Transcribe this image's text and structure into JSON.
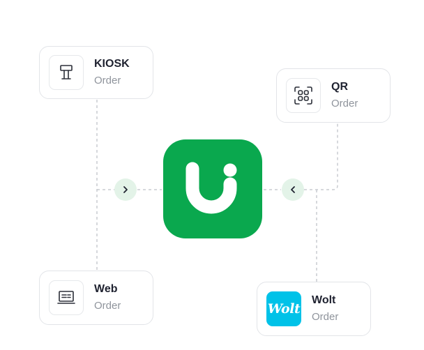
{
  "nodes": {
    "kiosk": {
      "title": "KIOSK",
      "subtitle": "Order",
      "icon": "kiosk-stand-icon"
    },
    "qr": {
      "title": "QR",
      "subtitle": "Order",
      "icon": "qr-code-icon"
    },
    "web": {
      "title": "Web",
      "subtitle": "Order",
      "icon": "laptop-icon"
    },
    "wolt": {
      "title": "Wolt",
      "subtitle": "Order",
      "icon": "wolt-logo",
      "logo_text": "Wolt"
    }
  },
  "hub": {
    "icon": "u-logo",
    "color": "#0aa84e"
  },
  "connectors": {
    "left_arrow": "chevron-right-icon",
    "right_arrow": "chevron-left-icon"
  },
  "colors": {
    "brand_green": "#0aa84e",
    "wolt_blue": "#00c2e8",
    "arrow_bg": "#e3f3e8",
    "card_border": "#e2e4e8",
    "title": "#1f2230",
    "subtitle": "#8f949c"
  }
}
